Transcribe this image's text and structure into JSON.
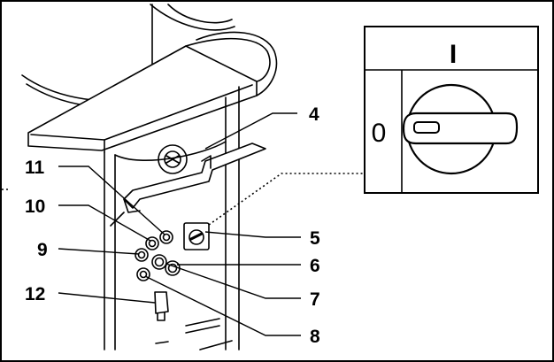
{
  "figure": {
    "callouts": {
      "c4": "4",
      "c5": "5",
      "c6": "6",
      "c7": "7",
      "c8": "8",
      "c9": "9",
      "c10": "10",
      "c11": "11",
      "c12": "12"
    },
    "switch_detail": {
      "on_label": "I",
      "off_label": "0"
    }
  }
}
